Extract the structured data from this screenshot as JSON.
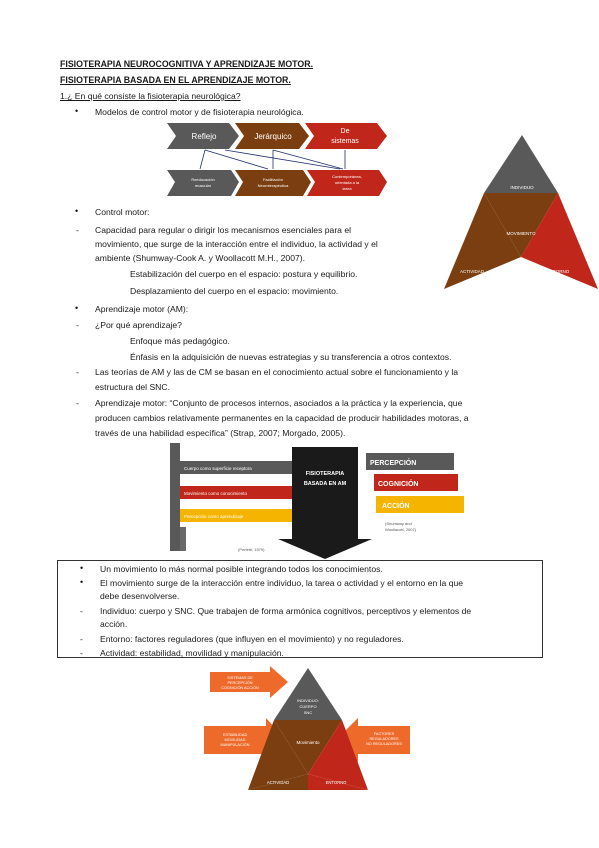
{
  "headings": {
    "title1": "FISIOTERAPIA NEUROCOGNITIVA Y APRENDIZAJE MOTOR.",
    "title2": "FISIOTERAPIA BASADA EN EL APRENDIZAJE MOTOR.",
    "q1": "1.¿ En qué consiste la fisioterapia neurológica?"
  },
  "body": {
    "l1": "Modelos de control motor y de fisioterapia neurológica.",
    "l2": "Control motor:",
    "l3a": "Capacidad para regular o dirigir los mecanismos esenciales para el",
    "l3b": "movimiento, que surge de la interacción entre el individuo, la actividad y el",
    "l3c": "ambiente (Shumway-Cook A. y Woollacott M.H., 2007).",
    "l4": "Estabilización del cuerpo en el espacio: postura y equilibrio.",
    "l5": "Desplazamiento del cuerpo en el espacio: movimiento.",
    "l6": "Aprendizaje motor (AM):",
    "l7": "¿Por qué aprendizaje?",
    "l8": "Enfoque más pedagógico.",
    "l9": "Énfasis en la adquisición de nuevas estrategias y su transferencia a otros contextos.",
    "l10a": "Las teorías de AM y las de CM se basan en el conocimiento actual sobre el funcionamiento y la",
    "l10b": "estructura del SNC.",
    "l11a": "Aprendizaje motor: “Conjunto de procesos internos, asociados a la práctica y la experiencia, que",
    "l11b": "producen cambios relativamente permanentes en la capacidad de producir habilidades motoras, a",
    "l11c": "través de una habilidad específica” (Strap, 2007; Morgado, 2005)."
  },
  "box": {
    "b1": "Un movimiento lo más normal posible integrando todos los conocimientos.",
    "b2a": "El movimiento surge de la interacción entre individuo, la tarea o actividad y el entorno en la que",
    "b2b": "debe desenvolverse.",
    "b3a": "Individuo: cuerpo y SNC. Que trabajen de forma armónica cognitivos, perceptivos y elementos de",
    "b3b": "acción.",
    "b4": "Entorno: factores reguladores (que influyen en el movimiento) y no reguladores.",
    "b5": "Actividad: estabilidad, movilidad y manipulación."
  },
  "diagram1": {
    "top": [
      "Reflejo",
      "Jerárquico",
      "De sistemas"
    ],
    "bottom": [
      "Reeducación muscular",
      "Facilitación Neuroterapéutica",
      "Contemporánea, orientada a la tarea"
    ]
  },
  "triangle1": {
    "top": "INDIVIDUO",
    "center": "MOVIMIENTO",
    "left": "ACTIVIDAD",
    "right": "ENTORNO"
  },
  "diagram2": {
    "rows": [
      "Cuerpo como superficie receptora",
      "Movimiento como conocimiento",
      "Percepción como aprendizaje"
    ],
    "center": "FISIOTERAPIA BASADA EN AM",
    "labels": [
      "PERCEPCIÓN",
      "COGNICIÓN",
      "ACCIÓN"
    ],
    "cite_left": "(Perfetti, 1979)",
    "cite_right": "(Shumway and Woollacott, 2007)"
  },
  "triangle2": {
    "top": "INDIVIDUO: CUERPO SNC",
    "center": "Movimiento",
    "left": "ACTIVIDAD",
    "right": "ENTORNO",
    "arrow_top": "SISTEMAS DE PERCEPCIÓN COGNICIÓN ACCIÓN",
    "arrow_left": "ESTABILIDAD MOVILIDAD MANIPULACIÓN",
    "arrow_right": "FACTORES REGULADORES NO REGULADORES"
  },
  "colors": {
    "gray": "#595959",
    "brown": "#7a3e10",
    "red": "#c0271a",
    "orange": "#ee6a2b",
    "yellow": "#f5b400"
  }
}
